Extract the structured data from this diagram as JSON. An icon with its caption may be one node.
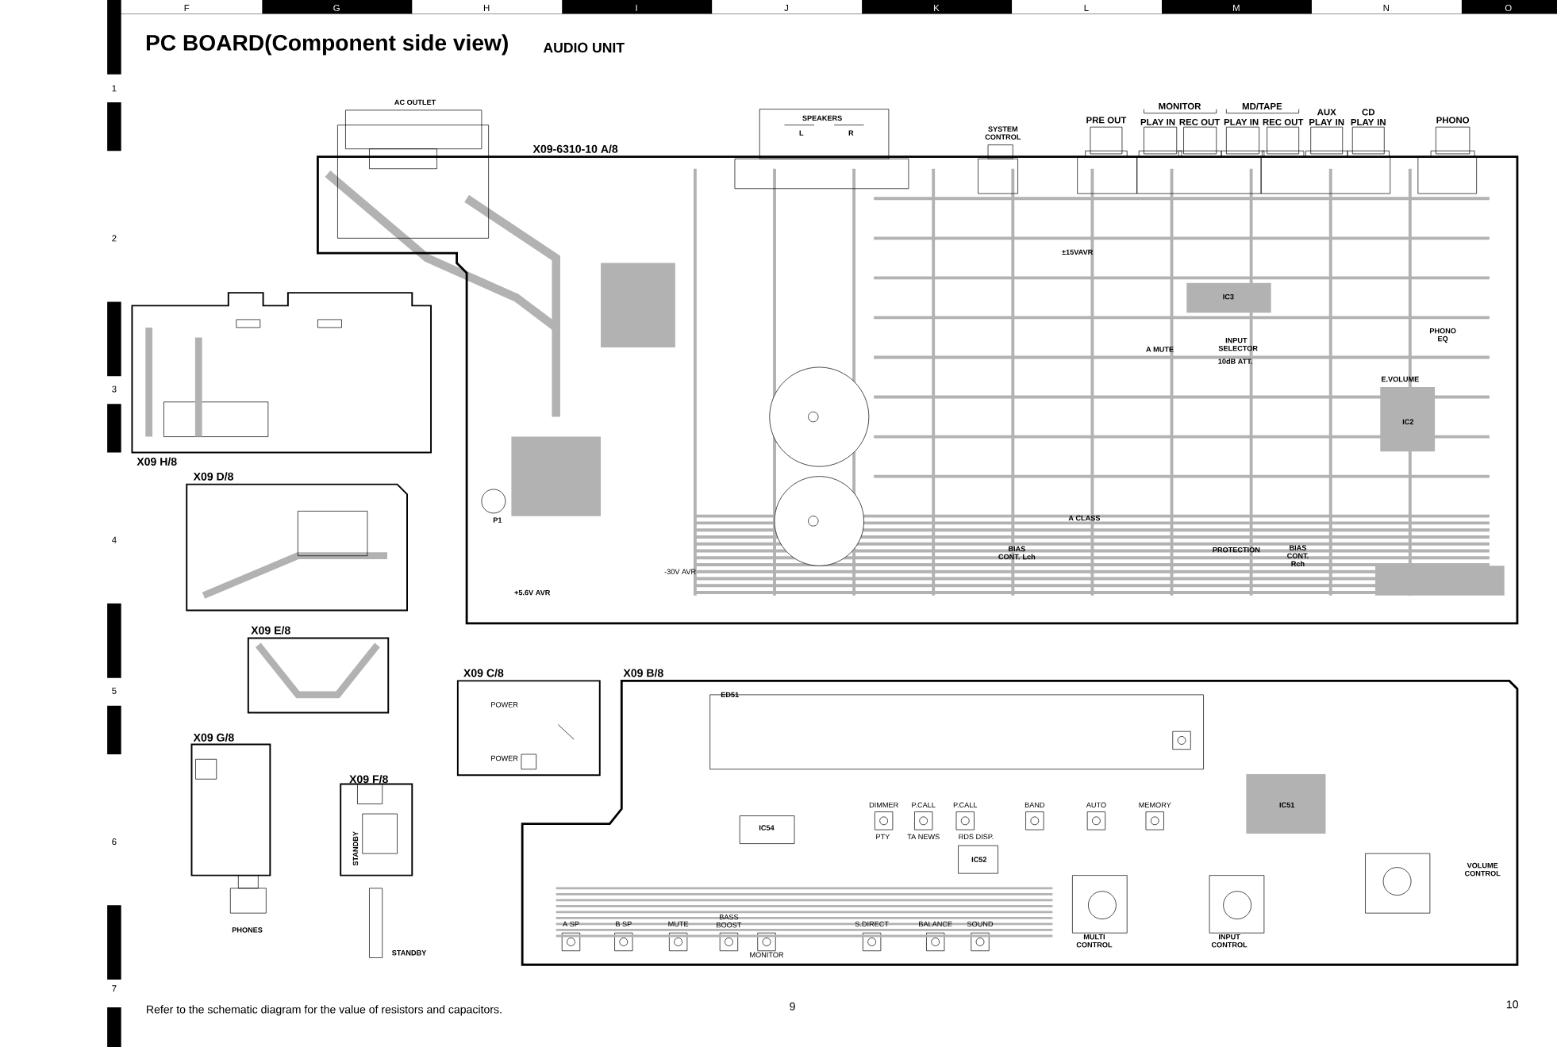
{
  "diagram": {
    "title": "PC BOARD(Component side view)",
    "nodes": [
      {
        "text": [
          "X09-6310-10  A/8"
        ]
      },
      {
        "text": [
          "X09  H/8"
        ]
      },
      {
        "text": [
          "X09  D/8"
        ]
      },
      {
        "text": [
          "X09  E/8"
        ]
      },
      {
        "text": [
          "X09  C/8"
        ]
      },
      {
        "text": [
          "X09  B/8"
        ]
      },
      {
        "text": [
          "X09  G/8"
        ]
      },
      {
        "text": [
          "X09  F/8"
        ]
      }
    ],
    "labels": [
      "F",
      "G",
      "H",
      "I",
      "J",
      "K",
      "L",
      "M",
      "N",
      "O",
      "1",
      "2",
      "3",
      "4",
      "5",
      "6",
      "7",
      "AUDIO UNIT",
      "AC OUTLET",
      "SPEAKERS",
      "L",
      "R",
      "SYSTEM CONTROL",
      "PRE OUT",
      "MONITOR",
      "PLAY IN",
      "REC OUT",
      "MD/TAPE",
      "PLAY IN",
      "REC OUT",
      "AUX PLAY IN",
      "CD PLAY IN",
      "PHONO",
      "±15VAVR",
      "IC3",
      "A MUTE",
      "INPUT SELECTOR",
      "10dB ATT.",
      "PHONO EQ",
      "E.VOLUME",
      "IC2",
      "P1",
      "A CLASS",
      "BIAS CONT. Lch",
      "PROTECTION",
      "BIAS CONT. Rch",
      "-30V AVR",
      "+5.6V AVR",
      "POWER",
      "POWER",
      "ED51",
      "IC54",
      "DIMMER",
      "P.CALL",
      "P.CALL",
      "BAND",
      "AUTO",
      "MEMORY",
      "IC51",
      "PTY",
      "TA NEWS",
      "RDS DISP.",
      "IC52",
      "VOLUME CONTROL",
      "A SP",
      "B SP",
      "MUTE",
      "BASS BOOST",
      "S.DIRECT",
      "BALANCE",
      "SOUND",
      "MULTI CONTROL",
      "INPUT CONTROL",
      "MONITOR",
      "STANDBY",
      "PHONES",
      "STANDBY",
      "Refer to the schematic diagram for the value of resistors and capacitors.",
      "9",
      "10"
    ]
  }
}
